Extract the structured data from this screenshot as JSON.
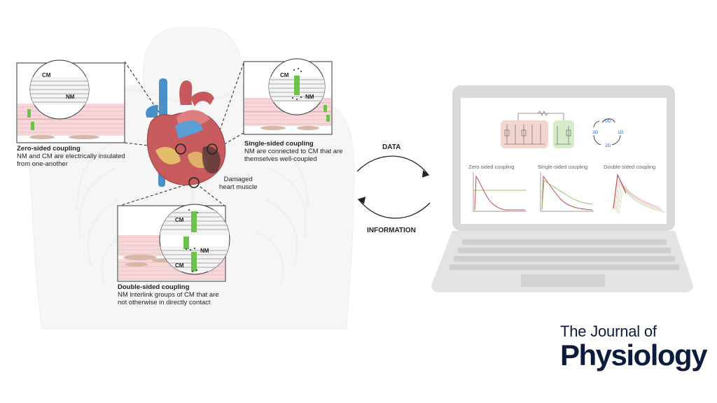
{
  "zero_sided": {
    "title": "Zero-sided coupling",
    "desc_1": "NM and CM are electrically insulated",
    "desc_2": "from one-another",
    "cm_label": "CM",
    "nm_label": "NM"
  },
  "single_sided": {
    "title": "Single-sided coupling",
    "desc_1": "NM are connected to CM that are",
    "desc_2": "themselves well-coupled",
    "cm_label": "CM",
    "nm_label": "NM"
  },
  "double_sided": {
    "title": "Double-sided coupling",
    "desc_1": "NM interlink groups of CM that are",
    "desc_2": "not otherwise in directly contact",
    "cm_label_top": "CM",
    "nm_label": "NM",
    "cm_label_bottom": "CM"
  },
  "heart": {
    "label_1": "Damaged",
    "label_2": "heart muscle"
  },
  "arrows": {
    "top_label": "DATA",
    "bottom_label": "INFORMATION"
  },
  "laptop": {
    "dims": [
      "0D",
      "1D",
      "2D",
      "3D"
    ],
    "panel_titles": [
      "Zero sided coupling",
      "Single-sided coupling",
      "Double-sided coupling"
    ]
  },
  "journal": {
    "line1": "The Journal of",
    "line2": "Physiology",
    "color": "#0c1c3c"
  },
  "colors": {
    "cm_tissue": "#f1c9cc",
    "nm_green": "#6cc24a",
    "heart_red": "#c85a5c",
    "vessel_blue": "#4a90c8"
  }
}
